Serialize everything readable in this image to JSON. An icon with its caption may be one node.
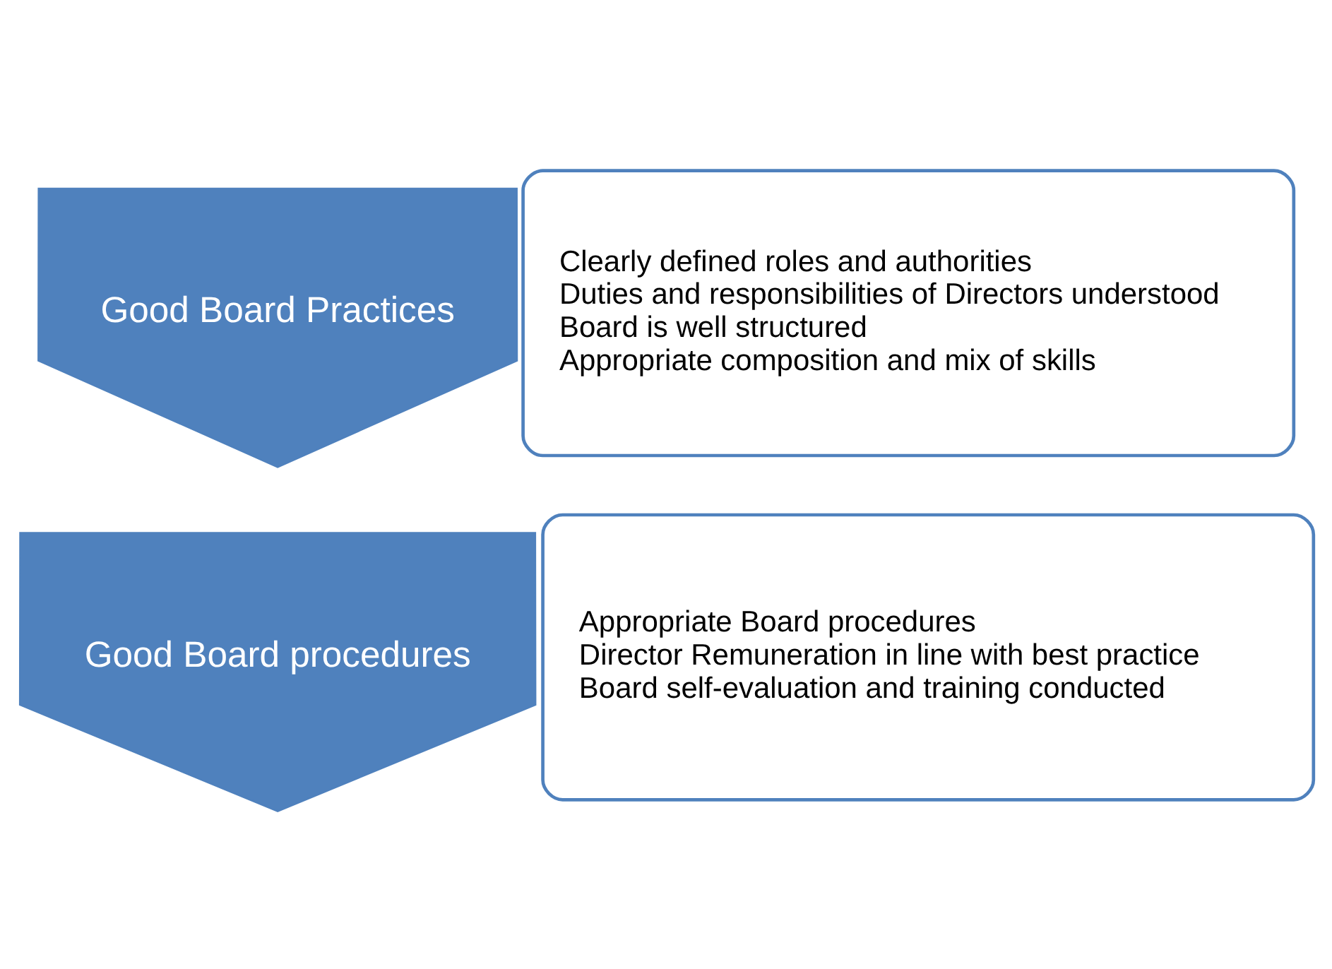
{
  "diagram": {
    "nodes": [
      {
        "text": [
          "Good Board Practices"
        ]
      },
      {
        "text": [
          "Clearly defined roles and authorities",
          "Duties and responsibilities of Directors understood",
          "Board is well structured",
          "Appropriate composition and mix of skills"
        ]
      },
      {
        "text": [
          "Good Board procedures"
        ]
      },
      {
        "text": [
          "Appropriate Board procedures",
          "Director Remuneration in line with best practice",
          "Board self-evaluation and training conducted"
        ]
      }
    ],
    "edges": []
  }
}
